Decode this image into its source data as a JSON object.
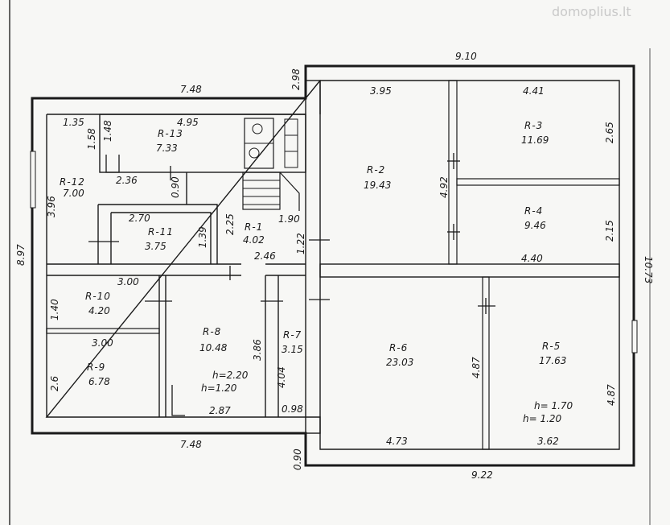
{
  "watermark": "domoplius.lt",
  "dimensions": {
    "left_top_width": "7.48",
    "right_top_width": "9.10",
    "step_top": "2.98",
    "left_height": "8.97",
    "right_height": "10.73",
    "left_bottom_width": "7.48",
    "right_bottom_width": "9.22",
    "step_bottom": "0.90"
  },
  "inner_dims": [
    "1.35",
    "4.95",
    "1.58",
    "1.48",
    "2.36",
    "0.90",
    "3.96",
    "2.70",
    "1.39",
    "2.25",
    "1.90",
    "1.22",
    "2.46",
    "3.00",
    "1.40",
    "3.00",
    "2.6",
    "3.86",
    "4.04",
    "0.98",
    "2.87",
    "3.95",
    "4.41",
    "2.65",
    "4.92",
    "2.15",
    "4.40",
    "4.87",
    "4.87",
    "4.73",
    "3.62"
  ],
  "rooms": [
    {
      "id": "R-1",
      "area": "4.02"
    },
    {
      "id": "R-2",
      "area": "19.43"
    },
    {
      "id": "R-3",
      "area": "11.69"
    },
    {
      "id": "R-4",
      "area": "9.46"
    },
    {
      "id": "R-5",
      "area": "17.63"
    },
    {
      "id": "R-6",
      "area": "23.03"
    },
    {
      "id": "R-7",
      "area": "3.15"
    },
    {
      "id": "R-8",
      "area": "10.48"
    },
    {
      "id": "R-9",
      "area": "6.78"
    },
    {
      "id": "R-10",
      "area": "4.20"
    },
    {
      "id": "R-11",
      "area": "3.75"
    },
    {
      "id": "R-12",
      "area": "7.00"
    },
    {
      "id": "R-13",
      "area": "7.33"
    }
  ],
  "heights": {
    "r8_h": "h=2.20",
    "r8_h1": "h=1.20",
    "r5_h": "h= 1.70",
    "r5_h1": "h= 1.20"
  }
}
